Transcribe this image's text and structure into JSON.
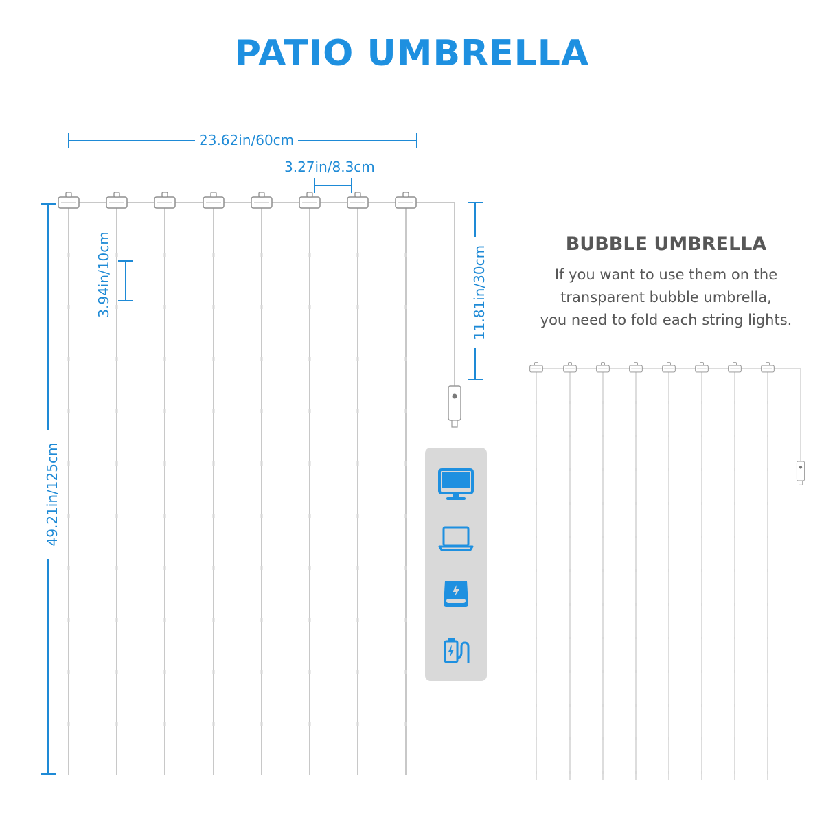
{
  "title": "PATIO UMBRELLA",
  "dimensions": {
    "total_width": "23.62in/60cm",
    "spacing": "3.27in/8.3cm",
    "led_spacing": "3.94in/10cm",
    "lead_wire": "11.81in/30cm",
    "length": "49.21in/125cm"
  },
  "bubble": {
    "title": "BUBBLE UMBRELLA",
    "description": [
      "If you want to use them on the",
      "transparent bubble umbrella,",
      "you need to fold each string lights."
    ]
  },
  "power_sources": [
    "monitor-icon",
    "laptop-icon",
    "power-bank-icon",
    "usb-charger-icon"
  ],
  "colors": {
    "accent": "#1e90e0",
    "text": "#575757",
    "panel": "#d9d9d9",
    "wire": "#c8c8c8"
  }
}
